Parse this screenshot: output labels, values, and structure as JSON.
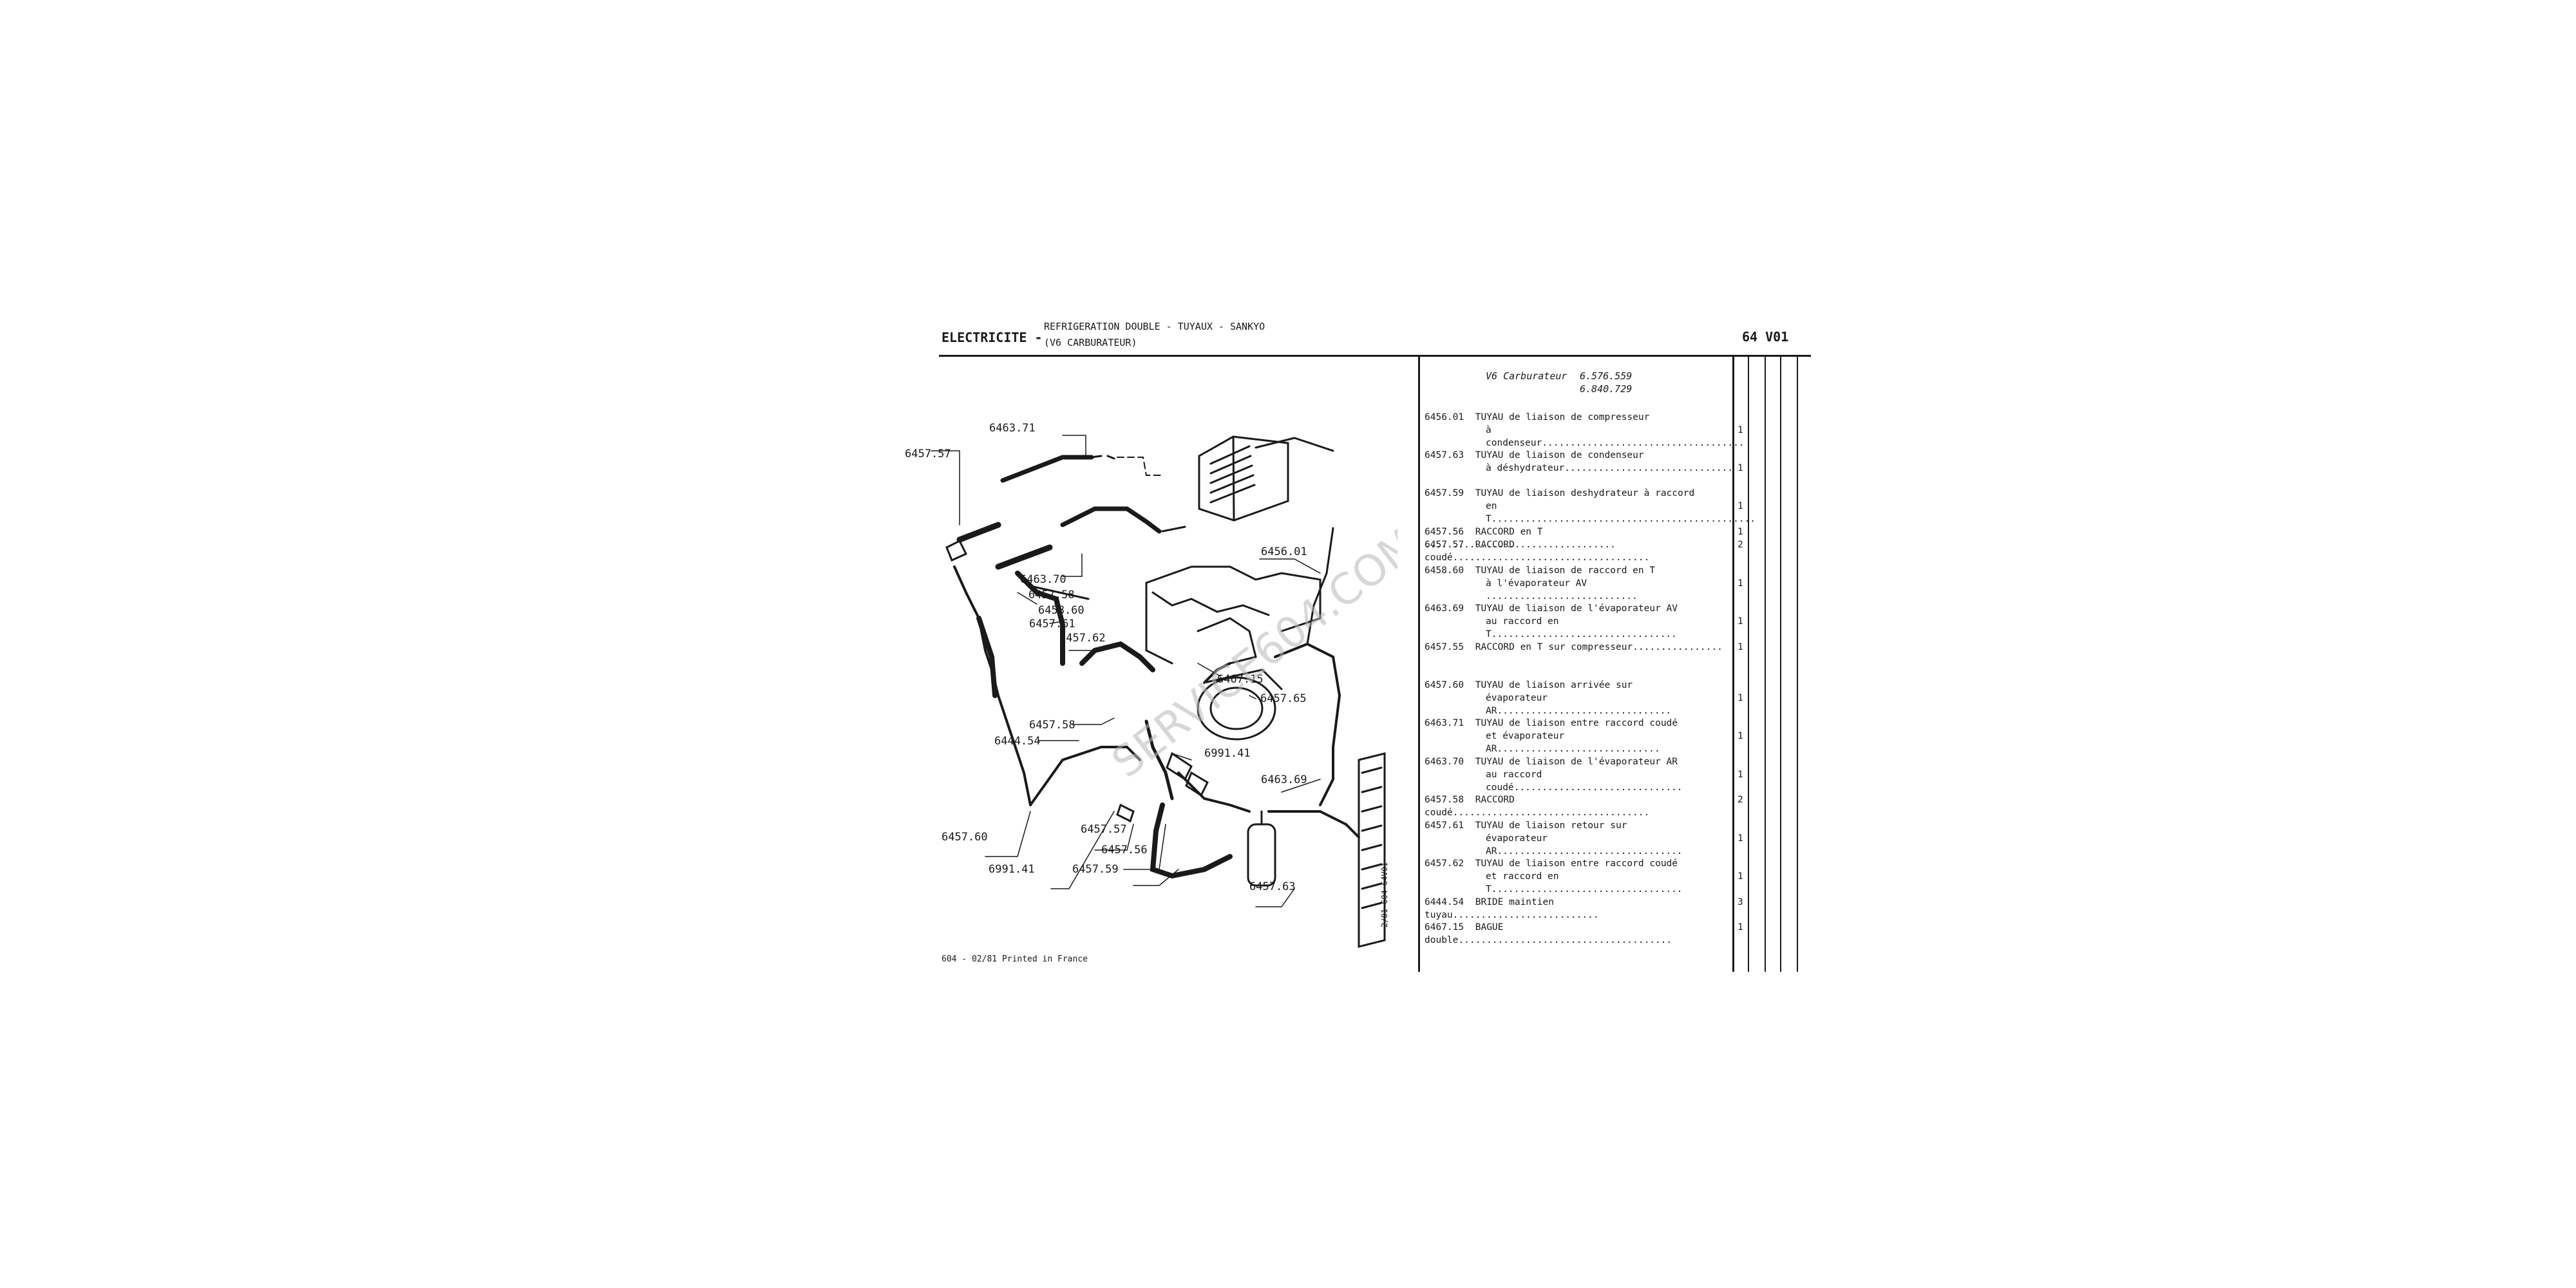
{
  "header": {
    "section": "ELECTRICITE -",
    "title_line1": "REFRIGERATION DOUBLE - TUYAUX - SANKYO",
    "title_line2": "(V6 CARBURATEUR)",
    "plate": "64 V01"
  },
  "footer": {
    "text": "604 - 02/81 Printed in France"
  },
  "margin_code": "2/81 604 64V01",
  "watermark": "SERVICE604.COM",
  "carburateur": {
    "label": "V6 Carburateur",
    "from": "6.576.559",
    "to": "6.840.729"
  },
  "callouts": [
    "6463.71",
    "6457.57",
    "6456.01",
    "6463.70",
    "6457.58",
    "6458.60",
    "6457.61",
    "6457.62",
    "6467.15",
    "6457.65",
    "6444.54",
    "6457.58",
    "6991.41",
    "6463.69",
    "6457.60",
    "6457.57",
    "6457.56",
    "6991.41",
    "6457.59",
    "6457.63"
  ],
  "parts": [
    {
      "ref": "6456.01",
      "line1": "TUYAU de liaison de compresseur",
      "line2": "à condenseur....................................",
      "qty": "1"
    },
    {
      "ref": "6457.63",
      "line1": "TUYAU de liaison de condenseur",
      "line2": "à déshydrateur..............................",
      "qty": "1"
    },
    {
      "ref": "6457.59",
      "line1": "TUYAU de liaison deshydrateur à raccord",
      "line2": "en T...............................................",
      "qty": "1"
    },
    {
      "ref": "6457.56",
      "line1": "RACCORD en T ..................................",
      "line2": "",
      "qty": "1"
    },
    {
      "ref": "6457.57",
      "line1": "RACCORD coudé...................................",
      "line2": "",
      "qty": "2"
    },
    {
      "ref": "6458.60",
      "line1": "TUYAU de liaison de raccord en T",
      "line2": "à l'évaporateur AV ...........................",
      "qty": "1"
    },
    {
      "ref": "6463.69",
      "line1": "TUYAU de liaison de l'évaporateur AV",
      "line2": "au raccord en T.................................",
      "qty": "1"
    },
    {
      "ref": "6457.55",
      "line1": "RACCORD en T sur compresseur................",
      "line2": "",
      "qty": "1"
    },
    {
      "ref": "6457.60",
      "line1": "TUYAU de liaison arrivée sur",
      "line2": "évaporateur AR...............................",
      "qty": "1"
    },
    {
      "ref": "6463.71",
      "line1": "TUYAU de liaison entre raccord coudé",
      "line2": "et évaporateur AR.............................",
      "qty": "1"
    },
    {
      "ref": "6463.70",
      "line1": "TUYAU de liaison de l'évaporateur AR",
      "line2": "au raccord coudé..............................",
      "qty": "1"
    },
    {
      "ref": "6457.58",
      "line1": "RACCORD coudé...................................",
      "line2": "",
      "qty": "2"
    },
    {
      "ref": "6457.61",
      "line1": "TUYAU de liaison retour sur",
      "line2": "évaporateur AR.................................",
      "qty": "1"
    },
    {
      "ref": "6457.62",
      "line1": "TUYAU de liaison entre raccord coudé",
      "line2": "et raccord en T..................................",
      "qty": "1"
    },
    {
      "ref": "6444.54",
      "line1": "BRIDE maintien tuyau..........................",
      "line2": "",
      "qty": "3"
    },
    {
      "ref": "6467.15",
      "line1": "BAGUE double......................................",
      "line2": "",
      "qty": "1"
    }
  ]
}
